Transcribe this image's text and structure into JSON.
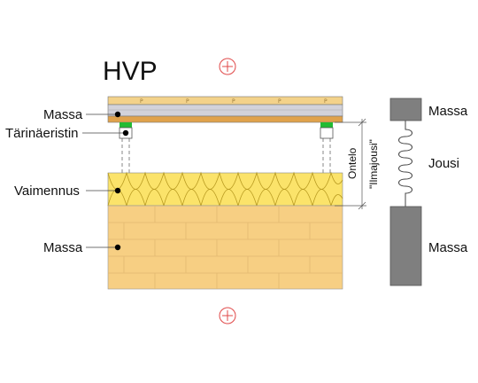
{
  "title": "HVP",
  "labels": {
    "massa_top": "Massa",
    "tarinaeristin": "Tärinäeristin",
    "vaimennus": "Vaimennus",
    "massa_bottom": "Massa"
  },
  "cavity": {
    "ontelo": "Ontelo",
    "ilmajousi": "\"Ilmajousi\""
  },
  "model": {
    "massa_top": "Massa",
    "jousi": "Jousi",
    "massa_bottom": "Massa"
  },
  "colors": {
    "board": "#f3d28a",
    "board_dark": "#e0a24c",
    "gypsum": "#d2d2da",
    "insulation": "#fbe36a",
    "masonry": "#f7cf83",
    "isolator": "#22bb33",
    "mass_block": "#7f7f7f",
    "crosshair": "#e04848"
  },
  "icons": [
    "crosshair-icon",
    "spring-icon",
    "dot-icon"
  ]
}
